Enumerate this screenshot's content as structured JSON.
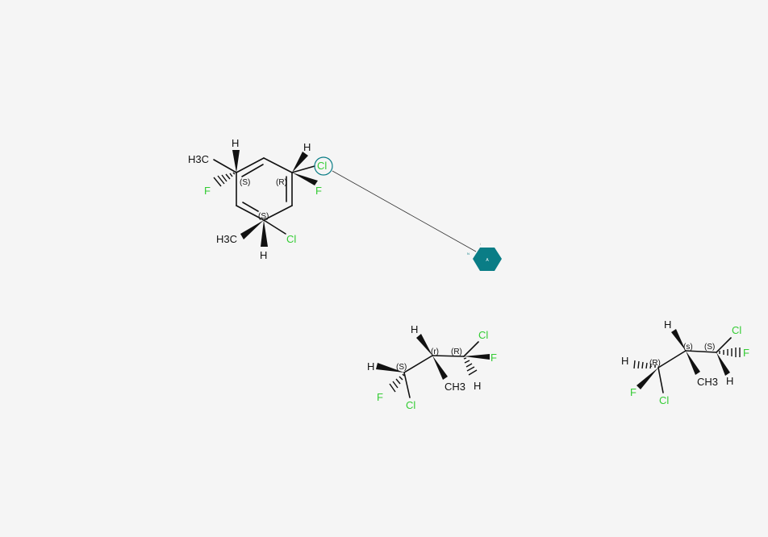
{
  "colors": {
    "background": "#f5f5f5",
    "bond": "#111111",
    "halogen": "#33cc33",
    "highlight": "#0a7d86"
  },
  "molecules": [
    {
      "atoms": {
        "h_top_left": "H",
        "ch3_left": "H3C",
        "f_left": "F",
        "h_top_right": "H",
        "cl_right": "Cl",
        "f_right": "F",
        "ch3_bottom": "H3C",
        "cl_bottom": "Cl",
        "h_bottom": "H"
      },
      "stereo": {
        "c1": "(S)",
        "c2": "(R)",
        "c3": "(S)"
      }
    },
    {
      "atoms": {
        "h_top": "H",
        "cl_top": "Cl",
        "f_right": "F",
        "h_left": "H",
        "f_left": "F",
        "cl_bottom": "Cl",
        "ch3": "CH3",
        "h_right": "H"
      },
      "stereo": {
        "c1": "(S)",
        "c2": "(r)",
        "c3": "(R)"
      }
    },
    {
      "atoms": {
        "h_top": "H",
        "cl_top": "Cl",
        "f_right": "F",
        "h_left": "H",
        "f_left": "F",
        "cl_bottom": "Cl",
        "ch3": "CH3",
        "h_right": "H"
      },
      "stereo": {
        "c1": "(R)",
        "c2": "(s)",
        "c3": "(S)"
      }
    }
  ],
  "cursor": {
    "label": "A",
    "tag_n": "N",
    "tag_i": "i"
  }
}
